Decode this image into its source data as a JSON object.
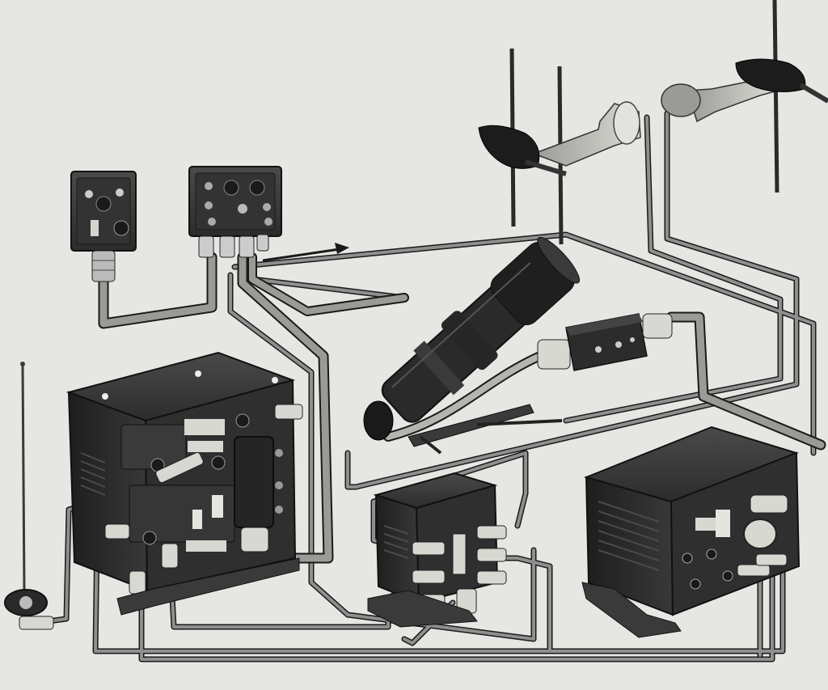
{
  "scene": {
    "background_color": "#e6e6e3",
    "equipment_color": "#2b2b2b",
    "cable_color": "#8f8f8f",
    "cable_outline_color": "#1a1a1a",
    "connector_color": "#d8d8d2"
  },
  "components": [
    {
      "name": "control-box-small",
      "icon": "control-box-icon"
    },
    {
      "name": "control-box-large",
      "icon": "control-box-icon"
    },
    {
      "name": "transmitter-receiver-unit",
      "icon": "radio-unit-icon"
    },
    {
      "name": "junction-box",
      "icon": "junction-box-icon"
    },
    {
      "name": "power-supply-unit",
      "icon": "power-supply-icon"
    },
    {
      "name": "telescope-sight",
      "icon": "telescope-icon"
    },
    {
      "name": "inline-connector-box",
      "icon": "connector-icon"
    },
    {
      "name": "horn-antenna-left",
      "icon": "horn-antenna-icon"
    },
    {
      "name": "horn-antenna-right",
      "icon": "horn-antenna-icon"
    },
    {
      "name": "whip-antenna",
      "icon": "whip-antenna-icon"
    }
  ]
}
